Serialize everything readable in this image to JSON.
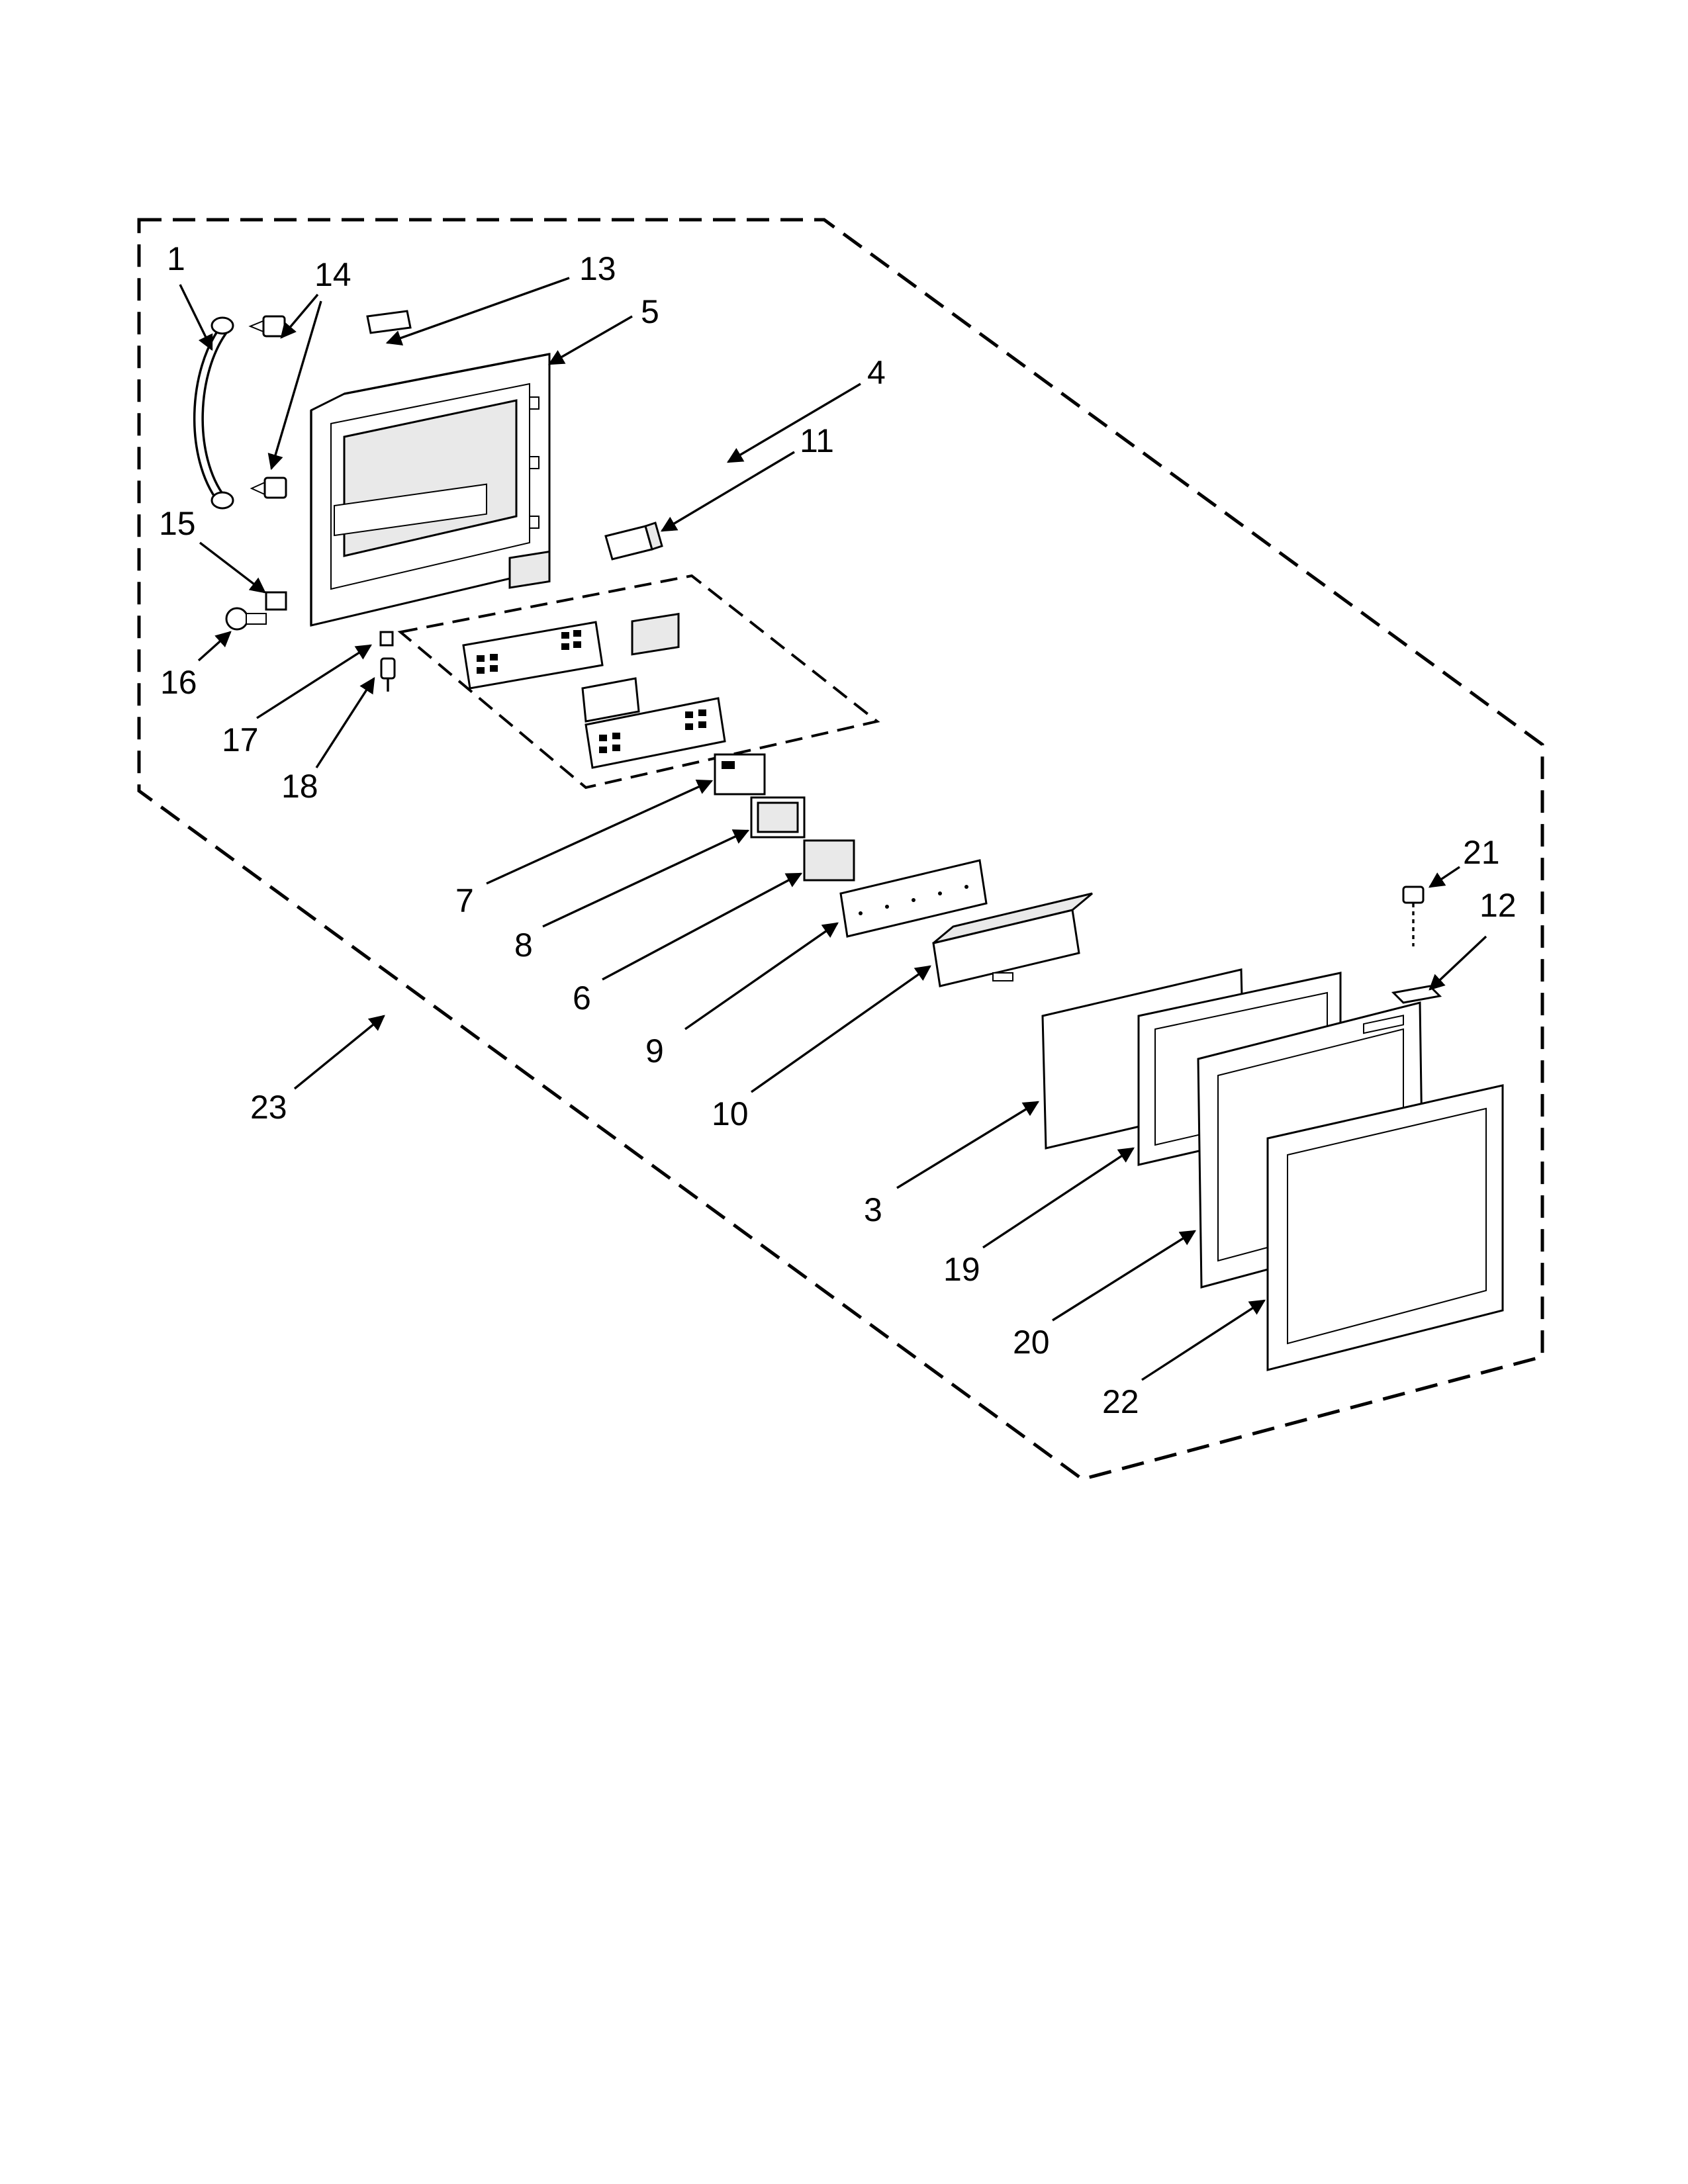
{
  "diagram": {
    "labels": [
      {
        "id": "p1",
        "text": "1"
      },
      {
        "id": "p14",
        "text": "14"
      },
      {
        "id": "p13",
        "text": "13"
      },
      {
        "id": "p5",
        "text": "5"
      },
      {
        "id": "p11",
        "text": "11"
      },
      {
        "id": "p4",
        "text": "4"
      },
      {
        "id": "p15",
        "text": "15"
      },
      {
        "id": "p16",
        "text": "16"
      },
      {
        "id": "p17",
        "text": "17"
      },
      {
        "id": "p18",
        "text": "18"
      },
      {
        "id": "p7",
        "text": "7"
      },
      {
        "id": "p8",
        "text": "8"
      },
      {
        "id": "p6",
        "text": "6"
      },
      {
        "id": "p9",
        "text": "9"
      },
      {
        "id": "p10",
        "text": "10"
      },
      {
        "id": "p3",
        "text": "3"
      },
      {
        "id": "p19",
        "text": "19"
      },
      {
        "id": "p20",
        "text": "20"
      },
      {
        "id": "p22",
        "text": "22"
      },
      {
        "id": "p21",
        "text": "21"
      },
      {
        "id": "p12",
        "text": "12"
      },
      {
        "id": "p23",
        "text": "23"
      }
    ]
  }
}
